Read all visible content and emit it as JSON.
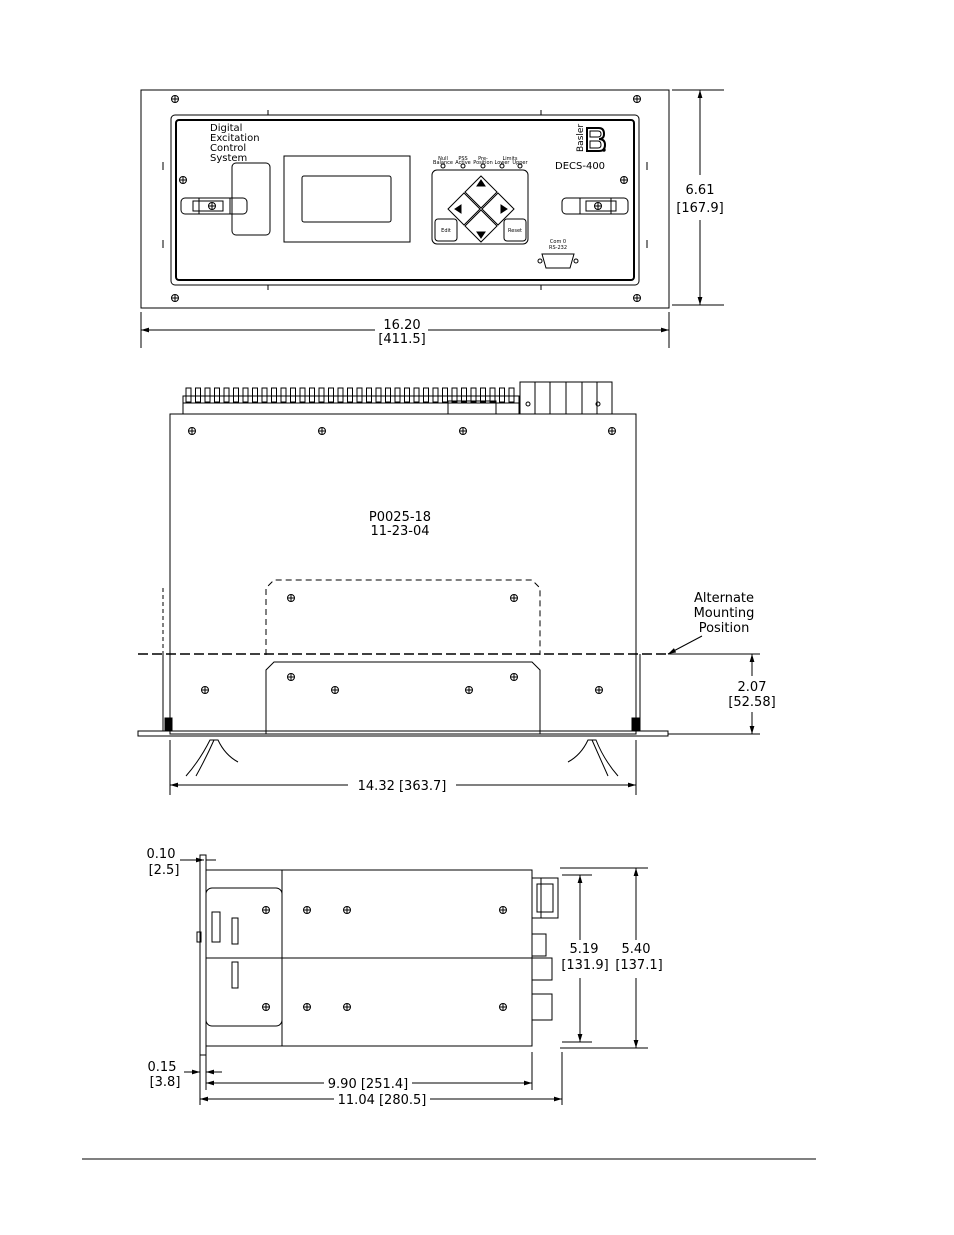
{
  "front_view": {
    "panel_text_lines": [
      "Digital",
      "Excitation",
      "Control",
      "System"
    ],
    "brand": "Basler",
    "model": "DECS-400",
    "led_labels": [
      {
        "l1": "Null",
        "l2": "Balance"
      },
      {
        "l1": "PSS",
        "l2": "Active"
      },
      {
        "l1": "Pre-",
        "l2": "Position"
      },
      {
        "l1": "Limits",
        "l2": "Lower"
      },
      {
        "l1": "",
        "l2": "Upper"
      }
    ],
    "edit_button": "Edit",
    "reset_button": "Reset",
    "com_port_line1": "Com 0",
    "com_port_line2": "RS-232",
    "height_dim": "6.61",
    "height_dim_metric": "[167.9]",
    "width_dim": "16.20",
    "width_dim_metric": "[411.5]"
  },
  "top_view": {
    "part_number": "P0025-18",
    "date": "11-23-04",
    "alternate_mounting": [
      "Alternate",
      "Mounting",
      "Position"
    ],
    "depth_dim": "2.07",
    "depth_dim_metric": "[52.58]",
    "width_dim": "14.32 [363.7]"
  },
  "side_view": {
    "flange_dim": "0.10",
    "flange_dim_metric": "[2.5]",
    "offset_dim": "0.15",
    "offset_dim_metric": "[3.8]",
    "height_inner": "5.19",
    "height_inner_metric": "[131.9]",
    "height_outer": "5.40",
    "height_outer_metric": "[137.1]",
    "depth_inner": "9.90 [251.4]",
    "depth_outer": "11.04 [280.5]"
  }
}
